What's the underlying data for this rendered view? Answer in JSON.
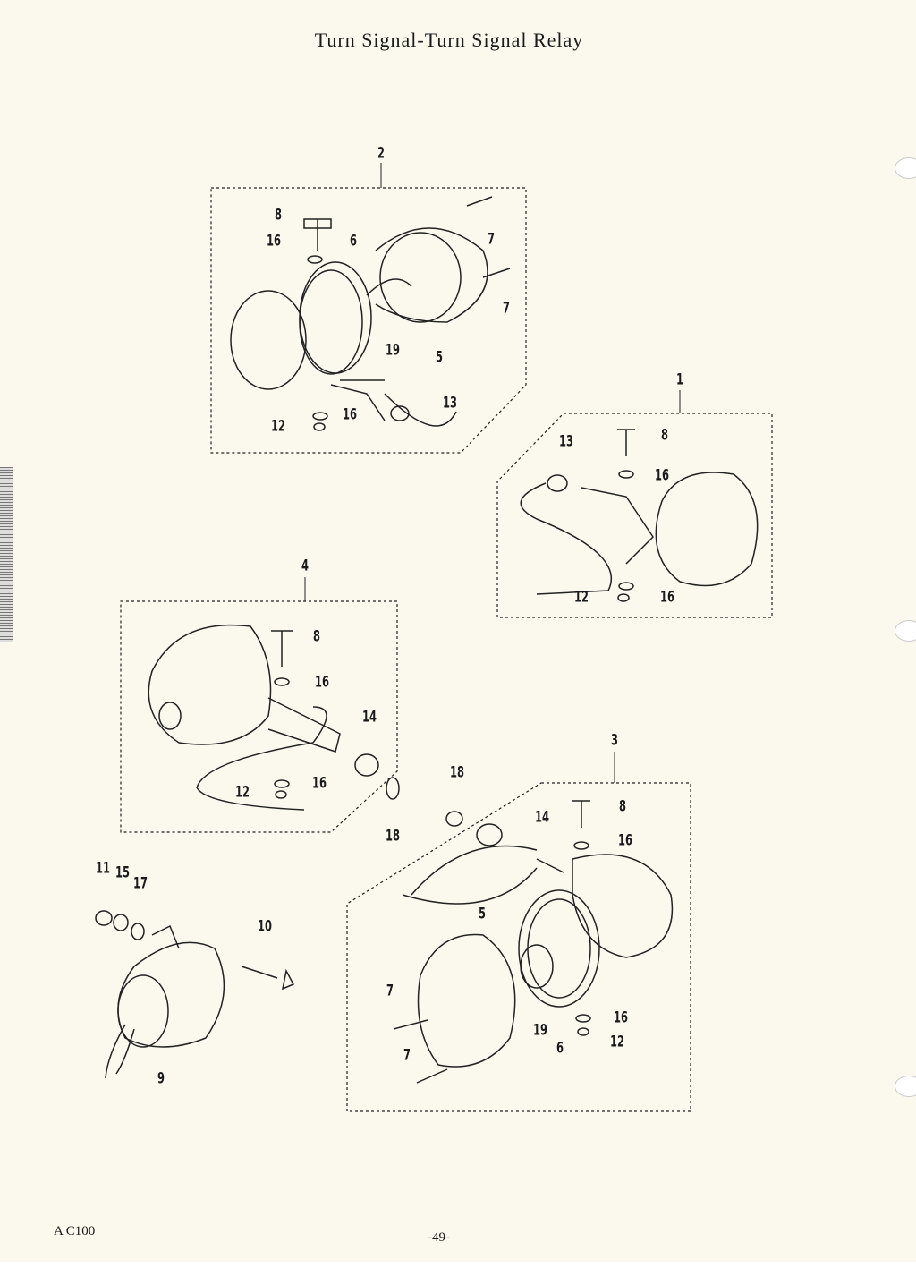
{
  "page": {
    "title": "Turn Signal-Turn Signal Relay",
    "model": "A C100",
    "page_number": "-49-"
  },
  "diagram": {
    "assembly_2": [
      "2",
      "8",
      "16",
      "6",
      "7",
      "7",
      "19",
      "5",
      "13",
      "16",
      "12"
    ],
    "assembly_1": [
      "1",
      "8",
      "13",
      "16",
      "12",
      "16"
    ],
    "assembly_4": [
      "4",
      "8",
      "16",
      "14",
      "16",
      "12",
      "18"
    ],
    "assembly_3": [
      "18",
      "3",
      "8",
      "14",
      "16",
      "5",
      "7",
      "19",
      "16",
      "12",
      "6",
      "7"
    ],
    "relay": [
      "11",
      "15",
      "17",
      "10",
      "9"
    ]
  }
}
